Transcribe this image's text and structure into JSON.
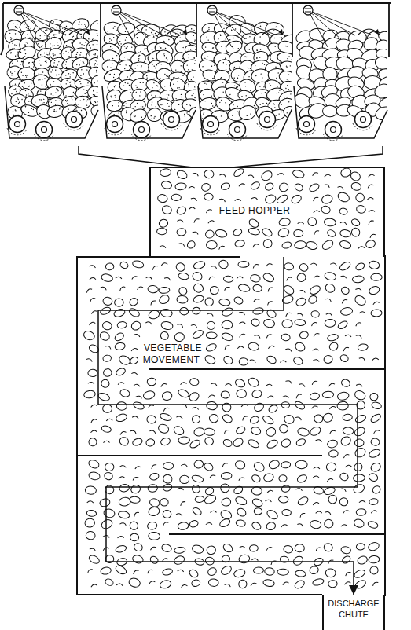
{
  "diagram": {
    "nodes": [
      {
        "text": [
          "FEED HOPPER"
        ]
      },
      {
        "text": [
          "DISCHARGE CHUTE"
        ]
      }
    ],
    "edges": [
      {
        "from": 0,
        "to": 1,
        "arrow": "to"
      }
    ],
    "labels": [
      "VEGETABLE MOVEMENT"
    ]
  }
}
